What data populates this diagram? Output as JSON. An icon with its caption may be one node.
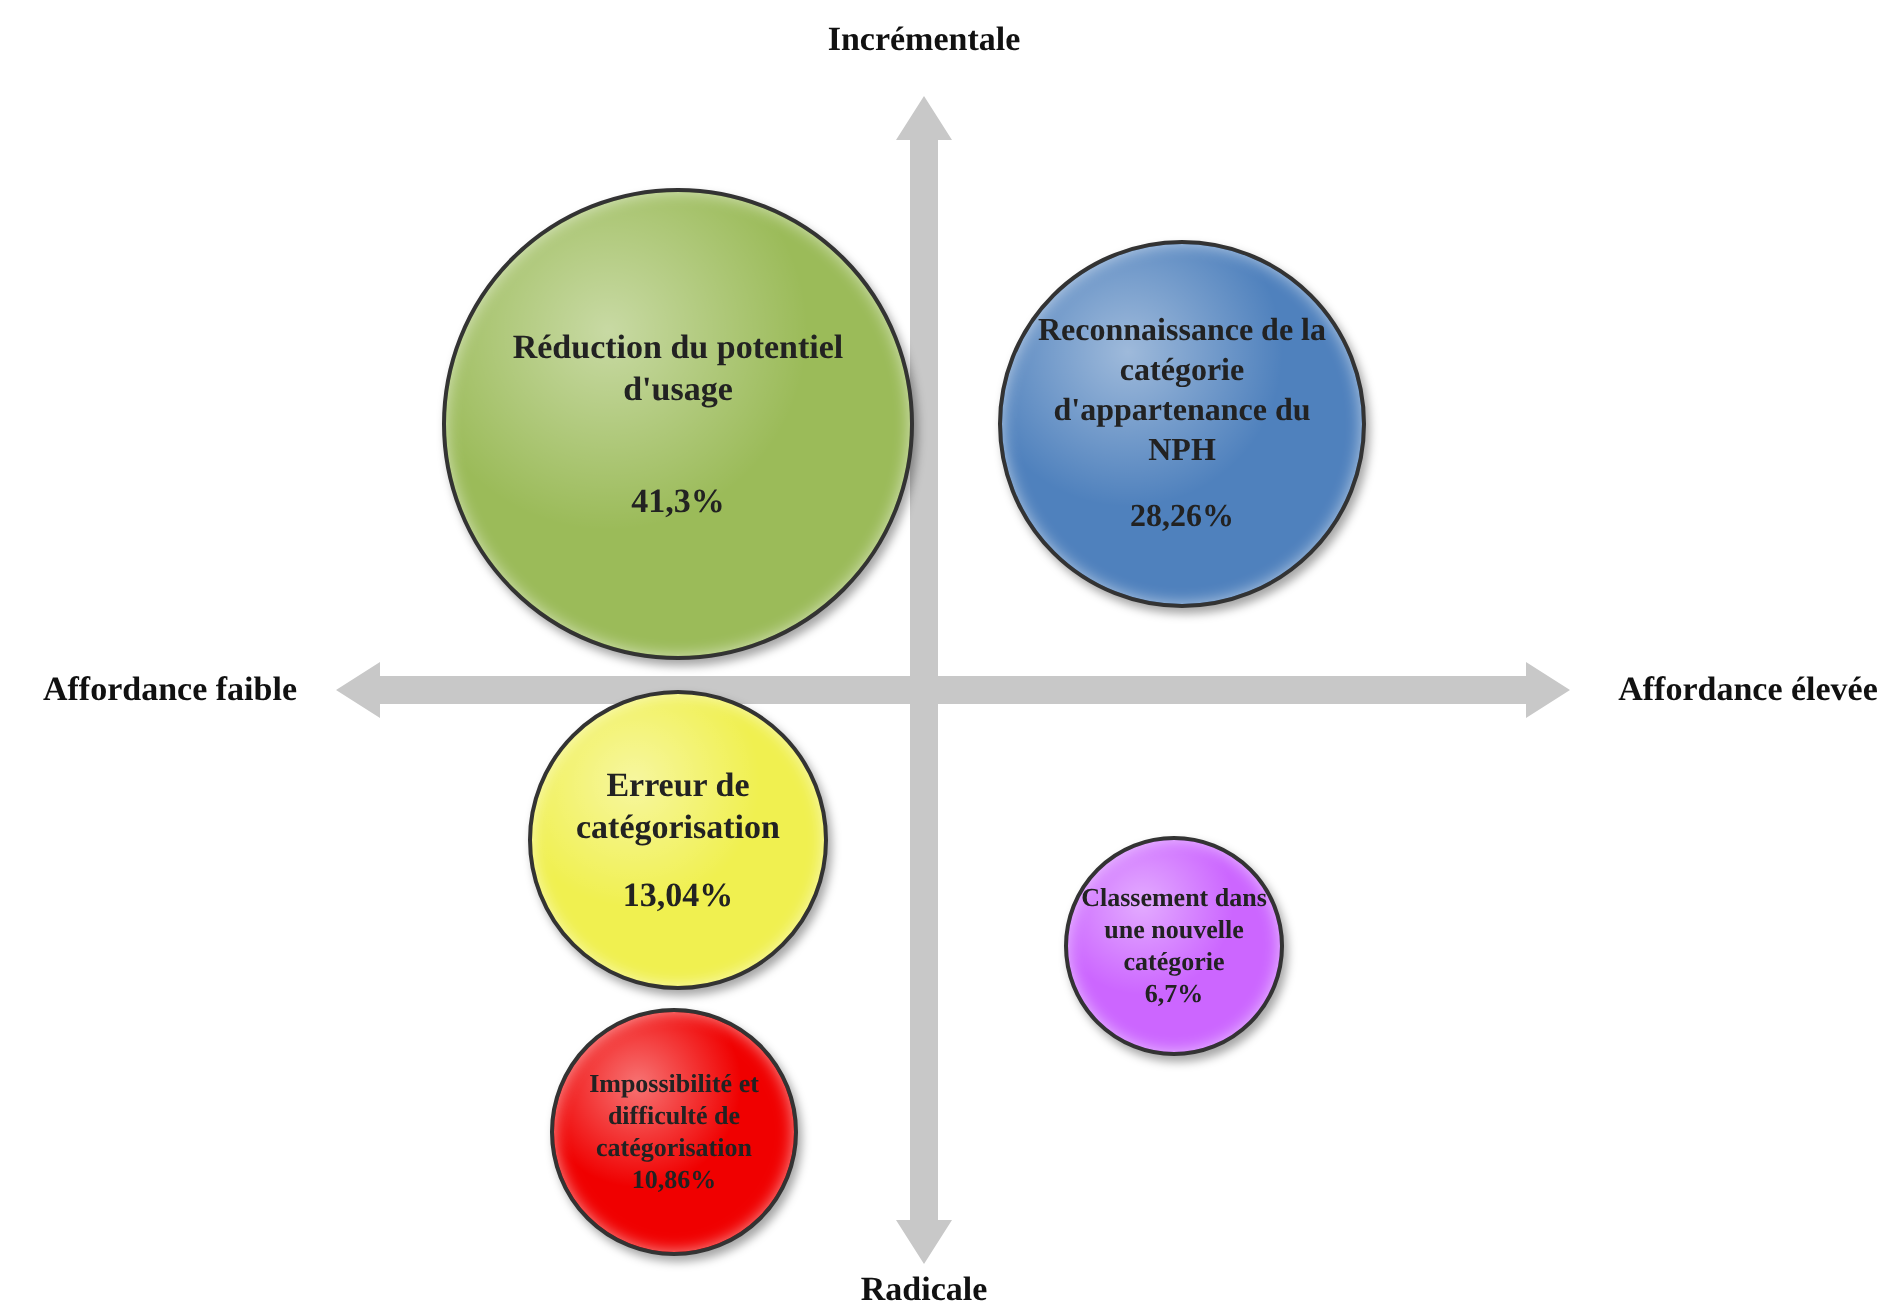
{
  "diagram": {
    "nodes": [
      {
        "text": [
          "Réduction du potentiel d'usage",
          "41,3%"
        ]
      },
      {
        "text": [
          "Reconnaissance de la catégorie d'appartenance du NPH",
          "28,26%"
        ]
      },
      {
        "text": [
          "Erreur de catégorisation",
          "13,04%"
        ]
      },
      {
        "text": [
          "Impossibilité et difficulté de catégorisation",
          "10,86%"
        ]
      },
      {
        "text": [
          "Classement dans une nouvelle catégorie",
          "6,7%"
        ]
      }
    ],
    "labels": [
      "Incrémentale",
      "Affordance faible",
      "Affordance élevée",
      "Radicale"
    ]
  }
}
